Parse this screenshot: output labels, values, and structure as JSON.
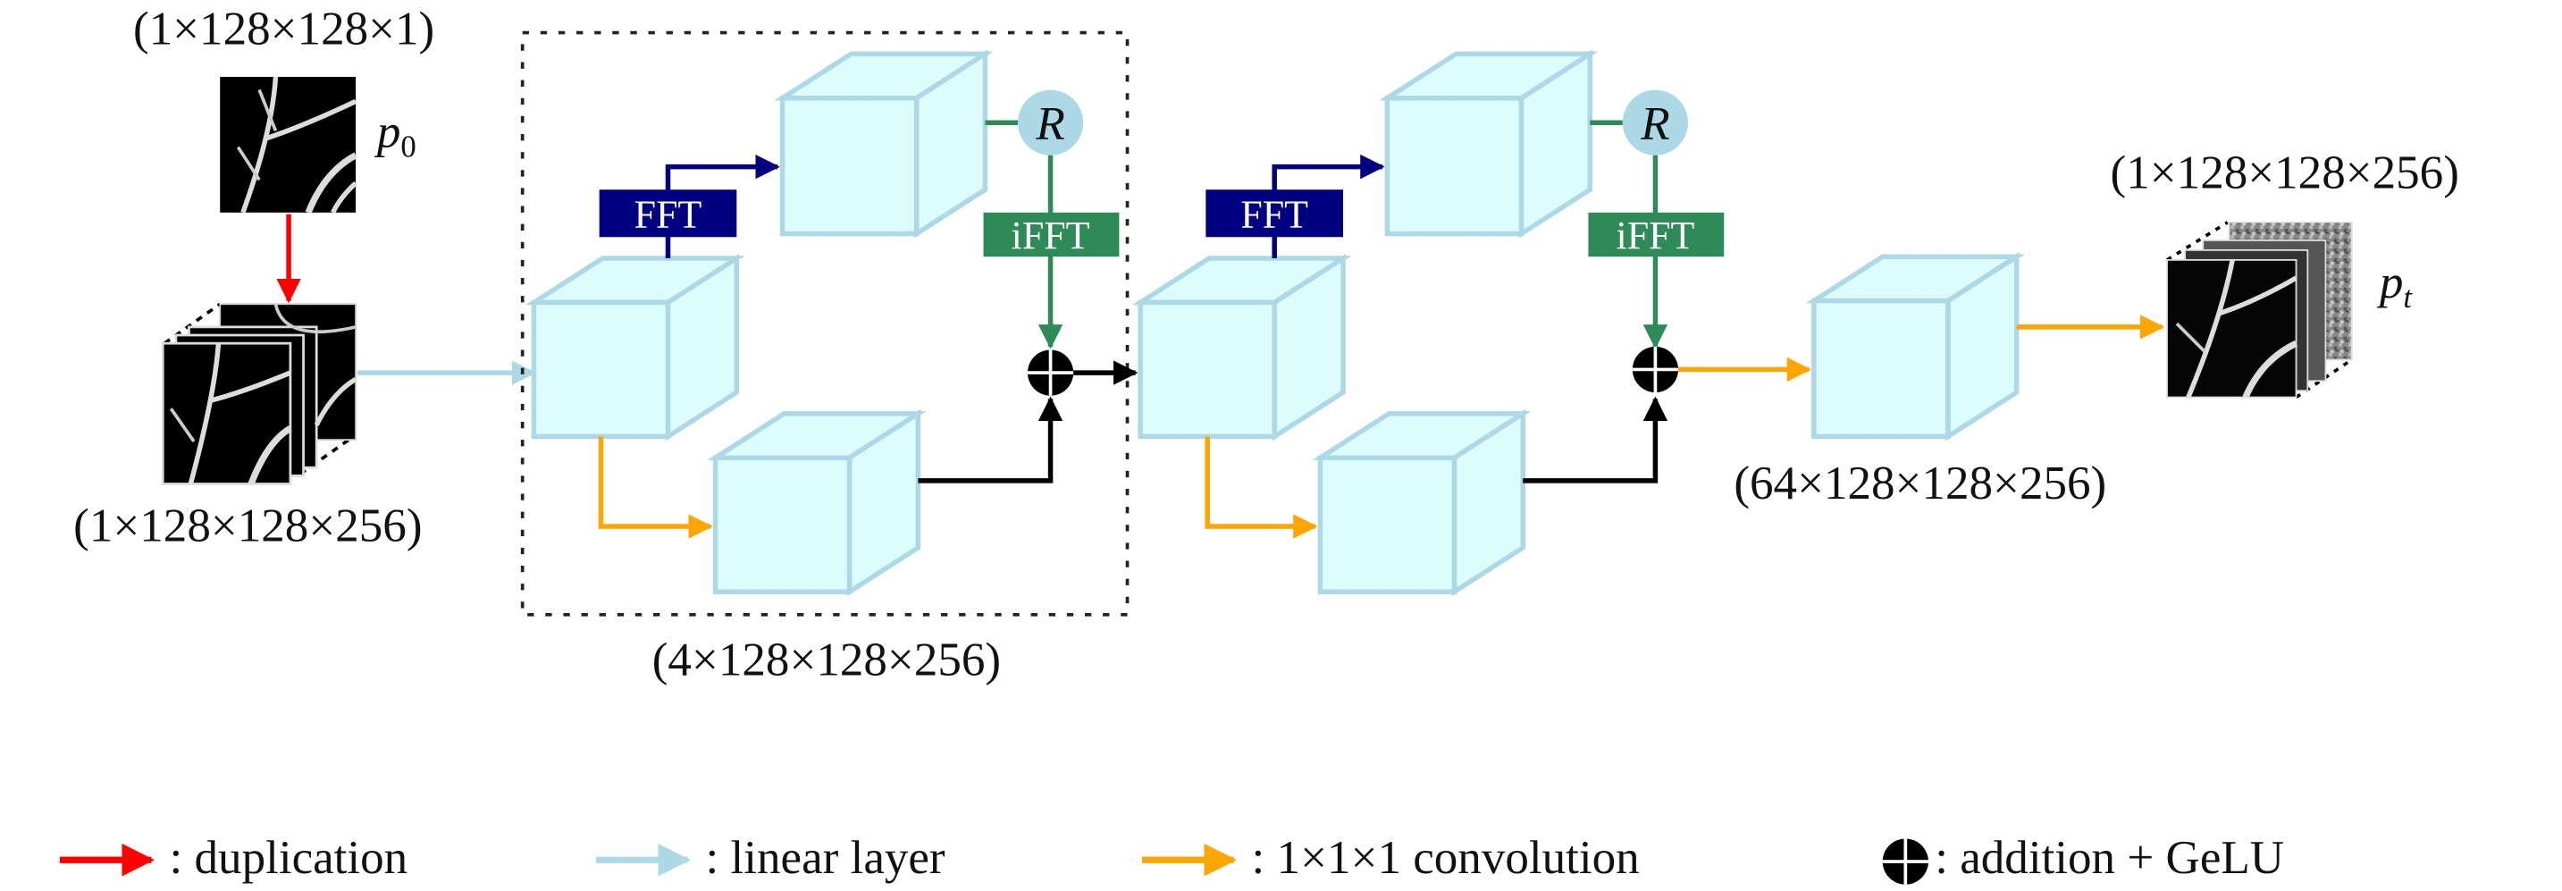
{
  "figure": {
    "input": {
      "shape_label": "(1×128×128×1)",
      "symbol": "p",
      "symbol_sub": "0"
    },
    "duplicated": {
      "shape_label": "(1×128×128×256)"
    },
    "block1": {
      "shape_label": "(4×128×128×256)",
      "fft_label": "FFT",
      "ifft_label": "iFFT",
      "r_label": "R"
    },
    "block2": {
      "fft_label": "FFT",
      "ifft_label": "iFFT",
      "r_label": "R"
    },
    "final_layer": {
      "shape_label": "(64×128×128×256)"
    },
    "output": {
      "shape_label": "(1×128×128×256)",
      "symbol": "p",
      "symbol_sub": "t"
    }
  },
  "legend": [
    {
      "name": "duplication",
      "label": ": duplication",
      "color": "#ff0000"
    },
    {
      "name": "linear-layer",
      "label": ": linear layer",
      "color": "#add8e6"
    },
    {
      "name": "conv",
      "label": ": 1×1×1 convolution",
      "color": "#ffa500"
    },
    {
      "name": "addition",
      "label": ": addition + GeLU",
      "color": "#000000"
    }
  ],
  "colors": {
    "fft": "#000080",
    "ifft": "#2e8b57",
    "r_circle": "#add8e6",
    "cube_fill": "#ddfcfc",
    "cube_stroke": "#add8e6",
    "duplication": "#ff0000",
    "linear": "#add8e6",
    "conv": "#ffa500"
  }
}
